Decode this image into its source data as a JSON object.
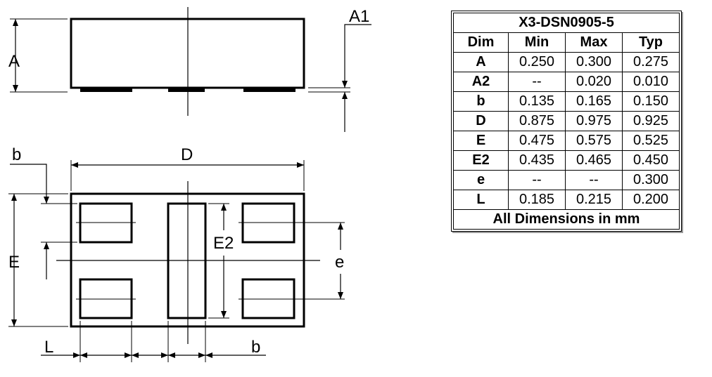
{
  "drawing": {
    "labels": {
      "A": "A",
      "A1": "A1",
      "b_top": "b",
      "D": "D",
      "E": "E",
      "E2": "E2",
      "e": "e",
      "L": "L",
      "b_bottom": "b"
    }
  },
  "table": {
    "title": "X3-DSN0905-5",
    "headers": [
      "Dim",
      "Min",
      "Max",
      "Typ"
    ],
    "rows": [
      [
        "A",
        "0.250",
        "0.300",
        "0.275"
      ],
      [
        "A2",
        "--",
        "0.020",
        "0.010"
      ],
      [
        "b",
        "0.135",
        "0.165",
        "0.150"
      ],
      [
        "D",
        "0.875",
        "0.975",
        "0.925"
      ],
      [
        "E",
        "0.475",
        "0.575",
        "0.525"
      ],
      [
        "E2",
        "0.435",
        "0.465",
        "0.450"
      ],
      [
        "e",
        "--",
        "--",
        "0.300"
      ],
      [
        "L",
        "0.185",
        "0.215",
        "0.200"
      ]
    ],
    "footer": "All Dimensions in mm"
  }
}
